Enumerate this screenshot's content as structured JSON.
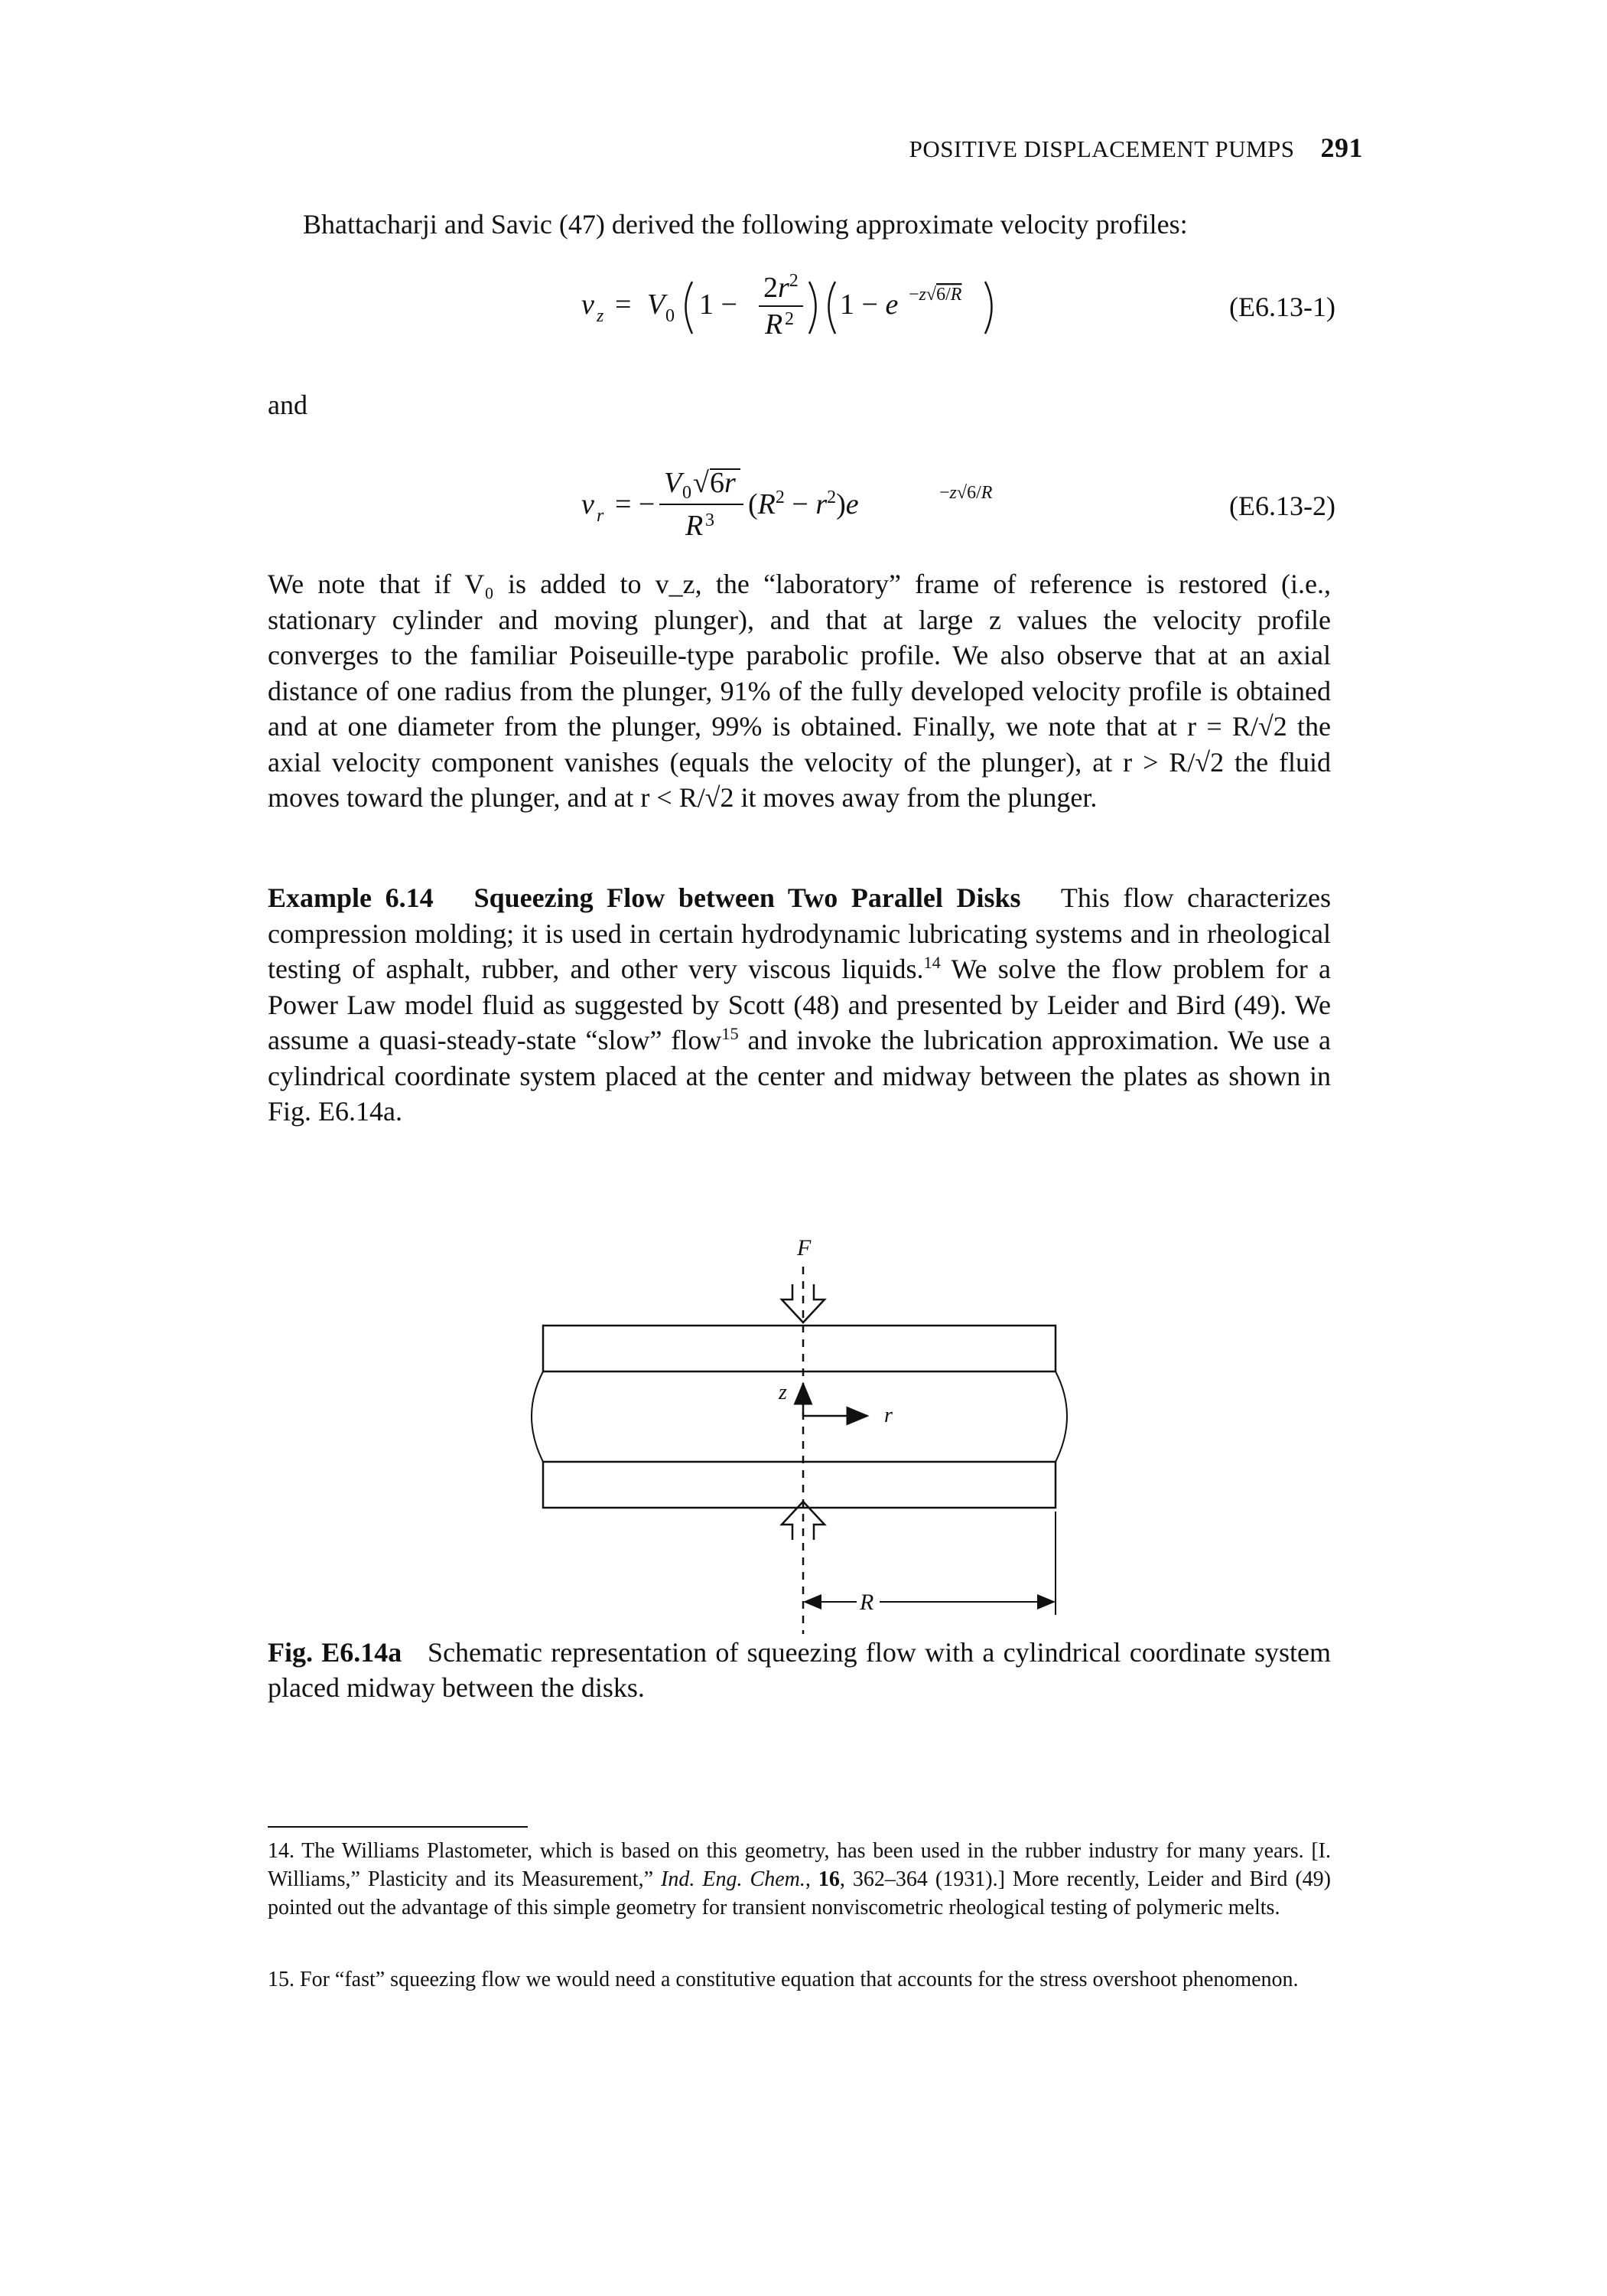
{
  "header": {
    "title": "POSITIVE DISPLACEMENT PUMPS",
    "page_number": "291"
  },
  "intro": "Bhattacharji and Savic (47) derived the following approximate velocity profiles:",
  "equations": {
    "eq1_number": "(E6.13-1)",
    "and": "and",
    "eq2_number": "(E6.13-2)"
  },
  "paragraph2": "We note that if V₀ is added to v_z, the “laboratory” frame of reference is restored (i.e., stationary cylinder and moving plunger), and that at large z values the velocity profile converges to the familiar Poiseuille-type parabolic profile. We also observe that at an axial distance of one radius from the plunger, 91% of the fully developed velocity profile is obtained and at one diameter from the plunger, 99% is obtained. Finally, we note that at r = R/√2 the axial velocity component vanishes (equals the velocity of the plunger), at r > R/√2 the fluid moves toward the plunger, and at r < R/√2 it moves away from the plunger.",
  "example": {
    "label": "Example 6.14",
    "title": "Squeezing Flow between Two Parallel Disks",
    "text_a": "This flow characterizes compression molding; it is used in certain hydrodynamic lubricating systems and in rheological testing of asphalt, rubber, and other very viscous liquids.",
    "fn_mark_a": "14",
    "text_b": " We solve the flow problem for a Power Law model fluid as suggested by Scott (48) and presented by Leider and Bird (49). We assume a quasi-steady-state “slow” flow",
    "fn_mark_b": "15",
    "text_c": " and invoke the lubrication approximation. We use a cylindrical coordinate system placed at the center and midway between the plates as shown in Fig. E6.14a."
  },
  "figure": {
    "label_F": "F",
    "label_z": "z",
    "label_r": "r",
    "label_R": "R"
  },
  "caption": {
    "label": "Fig. E6.14a",
    "text": "Schematic representation of squeezing flow with a cylindrical coordinate system placed midway between the disks."
  },
  "footnotes": [
    {
      "text_a": "14. The Williams Plastometer, which is based on this geometry, has been used in the rubber industry for many years. [I. Williams,” Plasticity and its Measurement,” ",
      "journal": "Ind. Eng. Chem.",
      "text_b": ", ",
      "volume": "16",
      "text_c": ", 362–364 (1931).] More recently, Leider and Bird (49) pointed out the advantage of this simple geometry for transient nonviscometric rheological testing of polymeric melts."
    },
    {
      "text": "15. For “fast” squeezing flow we would need a constitutive equation that accounts for the stress overshoot phenomenon."
    }
  ]
}
